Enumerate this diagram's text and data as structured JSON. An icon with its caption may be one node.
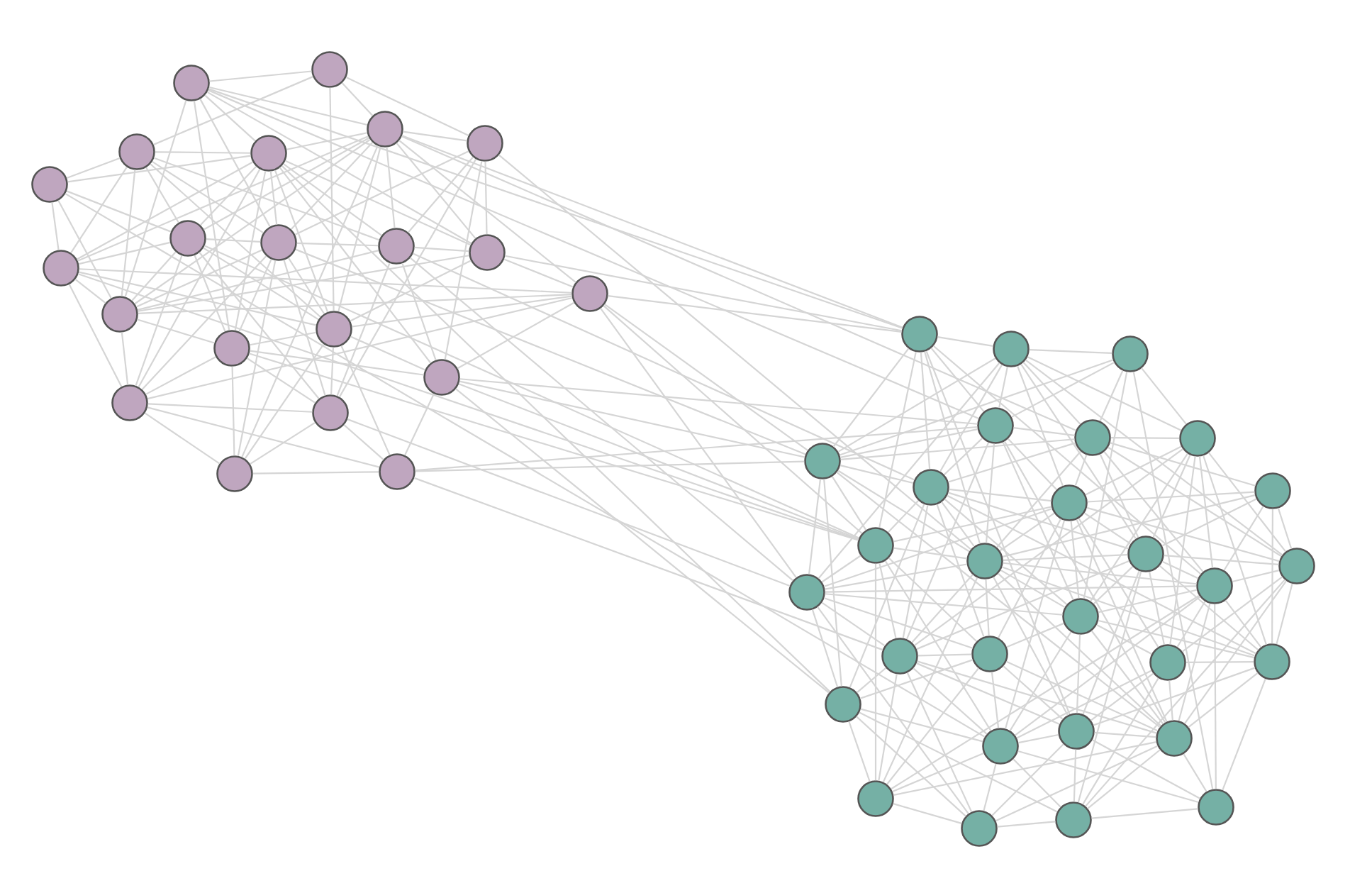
{
  "diagram": {
    "nodes": [
      {
        "text": [],
        "shape": "circle"
      },
      {
        "text": [],
        "shape": "circle"
      },
      {
        "text": [],
        "shape": "circle"
      },
      {
        "text": [],
        "shape": "circle"
      },
      {
        "text": [],
        "shape": "circle"
      },
      {
        "text": [],
        "shape": "circle"
      },
      {
        "text": [],
        "shape": "circle"
      },
      {
        "text": [],
        "shape": "circle"
      },
      {
        "text": [],
        "shape": "circle"
      },
      {
        "text": [],
        "shape": "circle"
      },
      {
        "text": [],
        "shape": "circle"
      },
      {
        "text": [],
        "shape": "circle"
      },
      {
        "text": [],
        "shape": "circle"
      },
      {
        "text": [],
        "shape": "circle"
      },
      {
        "text": [],
        "shape": "circle"
      },
      {
        "text": [],
        "shape": "circle"
      },
      {
        "text": [],
        "shape": "circle"
      },
      {
        "text": [],
        "shape": "circle"
      },
      {
        "text": [],
        "shape": "circle"
      },
      {
        "text": [],
        "shape": "circle"
      },
      {
        "text": [],
        "shape": "circle"
      },
      {
        "text": [],
        "shape": "circle"
      },
      {
        "text": [],
        "shape": "circle"
      },
      {
        "text": [],
        "shape": "circle"
      },
      {
        "text": [],
        "shape": "circle"
      },
      {
        "text": [],
        "shape": "circle"
      },
      {
        "text": [],
        "shape": "circle"
      },
      {
        "text": [],
        "shape": "circle"
      },
      {
        "text": [],
        "shape": "circle"
      },
      {
        "text": [],
        "shape": "circle"
      },
      {
        "text": [],
        "shape": "circle"
      },
      {
        "text": [],
        "shape": "circle"
      },
      {
        "text": [],
        "shape": "circle"
      },
      {
        "text": [],
        "shape": "circle"
      },
      {
        "text": [],
        "shape": "circle"
      },
      {
        "text": [],
        "shape": "circle"
      },
      {
        "text": [],
        "shape": "circle"
      },
      {
        "text": [],
        "shape": "circle"
      },
      {
        "text": [],
        "shape": "circle"
      },
      {
        "text": [],
        "shape": "circle"
      },
      {
        "text": [],
        "shape": "circle"
      },
      {
        "text": [],
        "shape": "circle"
      },
      {
        "text": [],
        "shape": "circle"
      },
      {
        "text": [],
        "shape": "circle"
      },
      {
        "text": [],
        "shape": "circle"
      },
      {
        "text": [],
        "shape": "circle"
      },
      {
        "text": [],
        "shape": "circle"
      },
      {
        "text": [],
        "shape": "circle"
      },
      {
        "text": [],
        "shape": "circle"
      },
      {
        "text": [],
        "shape": "circle"
      }
    ],
    "edges": [
      {
        "from": 0,
        "to": 1,
        "arrow": "none"
      },
      {
        "from": 0,
        "to": 2,
        "arrow": "none"
      },
      {
        "from": 0,
        "to": 5,
        "arrow": "none"
      },
      {
        "from": 0,
        "to": 8,
        "arrow": "none"
      },
      {
        "from": 0,
        "to": 10,
        "arrow": "none"
      },
      {
        "from": 0,
        "to": 13,
        "arrow": "none"
      },
      {
        "from": 0,
        "to": 15,
        "arrow": "none"
      },
      {
        "from": 0,
        "to": 21,
        "arrow": "none"
      },
      {
        "from": 0,
        "to": 24,
        "arrow": "none"
      },
      {
        "from": 1,
        "to": 2,
        "arrow": "none"
      },
      {
        "from": 1,
        "to": 3,
        "arrow": "none"
      },
      {
        "from": 1,
        "to": 4,
        "arrow": "none"
      },
      {
        "from": 1,
        "to": 14,
        "arrow": "none"
      },
      {
        "from": 2,
        "to": 3,
        "arrow": "none"
      },
      {
        "from": 2,
        "to": 5,
        "arrow": "none"
      },
      {
        "from": 2,
        "to": 7,
        "arrow": "none"
      },
      {
        "from": 2,
        "to": 8,
        "arrow": "none"
      },
      {
        "from": 2,
        "to": 9,
        "arrow": "none"
      },
      {
        "from": 2,
        "to": 10,
        "arrow": "none"
      },
      {
        "from": 2,
        "to": 11,
        "arrow": "none"
      },
      {
        "from": 2,
        "to": 12,
        "arrow": "none"
      },
      {
        "from": 2,
        "to": 13,
        "arrow": "none"
      },
      {
        "from": 2,
        "to": 14,
        "arrow": "none"
      },
      {
        "from": 2,
        "to": 19,
        "arrow": "none"
      },
      {
        "from": 2,
        "to": 21,
        "arrow": "none"
      },
      {
        "from": 2,
        "to": 25,
        "arrow": "none"
      },
      {
        "from": 3,
        "to": 8,
        "arrow": "none"
      },
      {
        "from": 3,
        "to": 9,
        "arrow": "none"
      },
      {
        "from": 3,
        "to": 10,
        "arrow": "none"
      },
      {
        "from": 3,
        "to": 16,
        "arrow": "none"
      },
      {
        "from": 3,
        "to": 18,
        "arrow": "none"
      },
      {
        "from": 3,
        "to": 32,
        "arrow": "none"
      },
      {
        "from": 4,
        "to": 5,
        "arrow": "none"
      },
      {
        "from": 4,
        "to": 6,
        "arrow": "none"
      },
      {
        "from": 4,
        "to": 7,
        "arrow": "none"
      },
      {
        "from": 4,
        "to": 8,
        "arrow": "none"
      },
      {
        "from": 4,
        "to": 9,
        "arrow": "none"
      },
      {
        "from": 4,
        "to": 11,
        "arrow": "none"
      },
      {
        "from": 4,
        "to": 13,
        "arrow": "none"
      },
      {
        "from": 4,
        "to": 14,
        "arrow": "none"
      },
      {
        "from": 5,
        "to": 6,
        "arrow": "none"
      },
      {
        "from": 5,
        "to": 7,
        "arrow": "none"
      },
      {
        "from": 5,
        "to": 8,
        "arrow": "none"
      },
      {
        "from": 5,
        "to": 9,
        "arrow": "none"
      },
      {
        "from": 5,
        "to": 10,
        "arrow": "none"
      },
      {
        "from": 5,
        "to": 11,
        "arrow": "none"
      },
      {
        "from": 5,
        "to": 14,
        "arrow": "none"
      },
      {
        "from": 5,
        "to": 15,
        "arrow": "none"
      },
      {
        "from": 5,
        "to": 16,
        "arrow": "none"
      },
      {
        "from": 5,
        "to": 17,
        "arrow": "none"
      },
      {
        "from": 5,
        "to": 42,
        "arrow": "none"
      },
      {
        "from": 6,
        "to": 7,
        "arrow": "none"
      },
      {
        "from": 6,
        "to": 11,
        "arrow": "none"
      },
      {
        "from": 6,
        "to": 13,
        "arrow": "none"
      },
      {
        "from": 6,
        "to": 43,
        "arrow": "none"
      },
      {
        "from": 7,
        "to": 8,
        "arrow": "none"
      },
      {
        "from": 7,
        "to": 11,
        "arrow": "none"
      },
      {
        "from": 7,
        "to": 13,
        "arrow": "none"
      },
      {
        "from": 7,
        "to": 14,
        "arrow": "none"
      },
      {
        "from": 7,
        "to": 15,
        "arrow": "none"
      },
      {
        "from": 7,
        "to": 17,
        "arrow": "none"
      },
      {
        "from": 7,
        "to": 18,
        "arrow": "none"
      },
      {
        "from": 7,
        "to": 31,
        "arrow": "none"
      },
      {
        "from": 8,
        "to": 9,
        "arrow": "none"
      },
      {
        "from": 8,
        "to": 13,
        "arrow": "none"
      },
      {
        "from": 8,
        "to": 14,
        "arrow": "none"
      },
      {
        "from": 8,
        "to": 15,
        "arrow": "none"
      },
      {
        "from": 8,
        "to": 17,
        "arrow": "none"
      },
      {
        "from": 8,
        "to": 18,
        "arrow": "none"
      },
      {
        "from": 8,
        "to": 19,
        "arrow": "none"
      },
      {
        "from": 8,
        "to": 27,
        "arrow": "none"
      },
      {
        "from": 9,
        "to": 10,
        "arrow": "none"
      },
      {
        "from": 9,
        "to": 13,
        "arrow": "none"
      },
      {
        "from": 9,
        "to": 16,
        "arrow": "none"
      },
      {
        "from": 9,
        "to": 18,
        "arrow": "none"
      },
      {
        "from": 9,
        "to": 28,
        "arrow": "none"
      },
      {
        "from": 9,
        "to": 35,
        "arrow": "none"
      },
      {
        "from": 10,
        "to": 12,
        "arrow": "none"
      },
      {
        "from": 10,
        "to": 13,
        "arrow": "none"
      },
      {
        "from": 10,
        "to": 14,
        "arrow": "none"
      },
      {
        "from": 10,
        "to": 21,
        "arrow": "none"
      },
      {
        "from": 11,
        "to": 12,
        "arrow": "none"
      },
      {
        "from": 11,
        "to": 13,
        "arrow": "none"
      },
      {
        "from": 11,
        "to": 14,
        "arrow": "none"
      },
      {
        "from": 11,
        "to": 17,
        "arrow": "none"
      },
      {
        "from": 11,
        "to": 31,
        "arrow": "none"
      },
      {
        "from": 12,
        "to": 13,
        "arrow": "none"
      },
      {
        "from": 12,
        "to": 14,
        "arrow": "none"
      },
      {
        "from": 12,
        "to": 16,
        "arrow": "none"
      },
      {
        "from": 12,
        "to": 17,
        "arrow": "none"
      },
      {
        "from": 12,
        "to": 21,
        "arrow": "none"
      },
      {
        "from": 12,
        "to": 27,
        "arrow": "none"
      },
      {
        "from": 12,
        "to": 31,
        "arrow": "none"
      },
      {
        "from": 12,
        "to": 35,
        "arrow": "none"
      },
      {
        "from": 13,
        "to": 15,
        "arrow": "none"
      },
      {
        "from": 13,
        "to": 17,
        "arrow": "none"
      },
      {
        "from": 14,
        "to": 15,
        "arrow": "none"
      },
      {
        "from": 14,
        "to": 16,
        "arrow": "none"
      },
      {
        "from": 14,
        "to": 18,
        "arrow": "none"
      },
      {
        "from": 14,
        "to": 19,
        "arrow": "none"
      },
      {
        "from": 14,
        "to": 20,
        "arrow": "none"
      },
      {
        "from": 15,
        "to": 16,
        "arrow": "none"
      },
      {
        "from": 15,
        "to": 17,
        "arrow": "none"
      },
      {
        "from": 15,
        "to": 18,
        "arrow": "none"
      },
      {
        "from": 15,
        "to": 19,
        "arrow": "none"
      },
      {
        "from": 15,
        "to": 31,
        "arrow": "none"
      },
      {
        "from": 16,
        "to": 20,
        "arrow": "none"
      },
      {
        "from": 16,
        "to": 24,
        "arrow": "none"
      },
      {
        "from": 16,
        "to": 27,
        "arrow": "none"
      },
      {
        "from": 16,
        "to": 31,
        "arrow": "none"
      },
      {
        "from": 16,
        "to": 42,
        "arrow": "none"
      },
      {
        "from": 17,
        "to": 18,
        "arrow": "none"
      },
      {
        "from": 17,
        "to": 19,
        "arrow": "none"
      },
      {
        "from": 17,
        "to": 20,
        "arrow": "none"
      },
      {
        "from": 18,
        "to": 19,
        "arrow": "none"
      },
      {
        "from": 18,
        "to": 20,
        "arrow": "none"
      },
      {
        "from": 18,
        "to": 35,
        "arrow": "none"
      },
      {
        "from": 19,
        "to": 20,
        "arrow": "none"
      },
      {
        "from": 20,
        "to": 24,
        "arrow": "none"
      },
      {
        "from": 20,
        "to": 27,
        "arrow": "none"
      },
      {
        "from": 20,
        "to": 38,
        "arrow": "none"
      },
      {
        "from": 21,
        "to": 22,
        "arrow": "none"
      },
      {
        "from": 21,
        "to": 24,
        "arrow": "none"
      },
      {
        "from": 21,
        "to": 27,
        "arrow": "none"
      },
      {
        "from": 21,
        "to": 28,
        "arrow": "none"
      },
      {
        "from": 21,
        "to": 31,
        "arrow": "none"
      },
      {
        "from": 21,
        "to": 32,
        "arrow": "none"
      },
      {
        "from": 21,
        "to": 36,
        "arrow": "none"
      },
      {
        "from": 21,
        "to": 44,
        "arrow": "none"
      },
      {
        "from": 22,
        "to": 23,
        "arrow": "none"
      },
      {
        "from": 22,
        "to": 24,
        "arrow": "none"
      },
      {
        "from": 22,
        "to": 25,
        "arrow": "none"
      },
      {
        "from": 22,
        "to": 26,
        "arrow": "none"
      },
      {
        "from": 22,
        "to": 27,
        "arrow": "none"
      },
      {
        "from": 22,
        "to": 28,
        "arrow": "none"
      },
      {
        "from": 22,
        "to": 29,
        "arrow": "none"
      },
      {
        "from": 22,
        "to": 33,
        "arrow": "none"
      },
      {
        "from": 22,
        "to": 34,
        "arrow": "none"
      },
      {
        "from": 22,
        "to": 35,
        "arrow": "none"
      },
      {
        "from": 23,
        "to": 24,
        "arrow": "none"
      },
      {
        "from": 23,
        "to": 25,
        "arrow": "none"
      },
      {
        "from": 23,
        "to": 26,
        "arrow": "none"
      },
      {
        "from": 23,
        "to": 27,
        "arrow": "none"
      },
      {
        "from": 23,
        "to": 37,
        "arrow": "none"
      },
      {
        "from": 23,
        "to": 49,
        "arrow": "none"
      },
      {
        "from": 24,
        "to": 25,
        "arrow": "none"
      },
      {
        "from": 24,
        "to": 27,
        "arrow": "none"
      },
      {
        "from": 24,
        "to": 28,
        "arrow": "none"
      },
      {
        "from": 24,
        "to": 29,
        "arrow": "none"
      },
      {
        "from": 24,
        "to": 32,
        "arrow": "none"
      },
      {
        "from": 24,
        "to": 37,
        "arrow": "none"
      },
      {
        "from": 24,
        "to": 38,
        "arrow": "none"
      },
      {
        "from": 24,
        "to": 45,
        "arrow": "none"
      },
      {
        "from": 25,
        "to": 26,
        "arrow": "none"
      },
      {
        "from": 25,
        "to": 27,
        "arrow": "none"
      },
      {
        "from": 25,
        "to": 28,
        "arrow": "none"
      },
      {
        "from": 25,
        "to": 29,
        "arrow": "none"
      },
      {
        "from": 25,
        "to": 30,
        "arrow": "none"
      },
      {
        "from": 25,
        "to": 32,
        "arrow": "none"
      },
      {
        "from": 25,
        "to": 33,
        "arrow": "none"
      },
      {
        "from": 25,
        "to": 34,
        "arrow": "none"
      },
      {
        "from": 25,
        "to": 36,
        "arrow": "none"
      },
      {
        "from": 26,
        "to": 29,
        "arrow": "none"
      },
      {
        "from": 26,
        "to": 33,
        "arrow": "none"
      },
      {
        "from": 26,
        "to": 34,
        "arrow": "none"
      },
      {
        "from": 26,
        "to": 36,
        "arrow": "none"
      },
      {
        "from": 26,
        "to": 37,
        "arrow": "none"
      },
      {
        "from": 26,
        "to": 38,
        "arrow": "none"
      },
      {
        "from": 26,
        "to": 40,
        "arrow": "none"
      },
      {
        "from": 26,
        "to": 41,
        "arrow": "none"
      },
      {
        "from": 27,
        "to": 28,
        "arrow": "none"
      },
      {
        "from": 27,
        "to": 31,
        "arrow": "none"
      },
      {
        "from": 27,
        "to": 32,
        "arrow": "none"
      },
      {
        "from": 27,
        "to": 35,
        "arrow": "none"
      },
      {
        "from": 27,
        "to": 42,
        "arrow": "none"
      },
      {
        "from": 27,
        "to": 45,
        "arrow": "none"
      },
      {
        "from": 28,
        "to": 29,
        "arrow": "none"
      },
      {
        "from": 28,
        "to": 31,
        "arrow": "none"
      },
      {
        "from": 28,
        "to": 32,
        "arrow": "none"
      },
      {
        "from": 28,
        "to": 33,
        "arrow": "none"
      },
      {
        "from": 28,
        "to": 37,
        "arrow": "none"
      },
      {
        "from": 28,
        "to": 38,
        "arrow": "none"
      },
      {
        "from": 28,
        "to": 39,
        "arrow": "none"
      },
      {
        "from": 28,
        "to": 41,
        "arrow": "none"
      },
      {
        "from": 28,
        "to": 42,
        "arrow": "none"
      },
      {
        "from": 29,
        "to": 30,
        "arrow": "none"
      },
      {
        "from": 29,
        "to": 31,
        "arrow": "none"
      },
      {
        "from": 29,
        "to": 32,
        "arrow": "none"
      },
      {
        "from": 29,
        "to": 33,
        "arrow": "none"
      },
      {
        "from": 29,
        "to": 34,
        "arrow": "none"
      },
      {
        "from": 29,
        "to": 35,
        "arrow": "none"
      },
      {
        "from": 29,
        "to": 37,
        "arrow": "none"
      },
      {
        "from": 29,
        "to": 39,
        "arrow": "none"
      },
      {
        "from": 29,
        "to": 40,
        "arrow": "none"
      },
      {
        "from": 29,
        "to": 43,
        "arrow": "none"
      },
      {
        "from": 29,
        "to": 45,
        "arrow": "none"
      },
      {
        "from": 30,
        "to": 32,
        "arrow": "none"
      },
      {
        "from": 30,
        "to": 33,
        "arrow": "none"
      },
      {
        "from": 30,
        "to": 34,
        "arrow": "none"
      },
      {
        "from": 30,
        "to": 36,
        "arrow": "none"
      },
      {
        "from": 30,
        "to": 41,
        "arrow": "none"
      },
      {
        "from": 31,
        "to": 32,
        "arrow": "none"
      },
      {
        "from": 31,
        "to": 35,
        "arrow": "none"
      },
      {
        "from": 31,
        "to": 38,
        "arrow": "none"
      },
      {
        "from": 31,
        "to": 39,
        "arrow": "none"
      },
      {
        "from": 31,
        "to": 43,
        "arrow": "none"
      },
      {
        "from": 31,
        "to": 46,
        "arrow": "none"
      },
      {
        "from": 32,
        "to": 33,
        "arrow": "none"
      },
      {
        "from": 32,
        "to": 35,
        "arrow": "none"
      },
      {
        "from": 32,
        "to": 36,
        "arrow": "none"
      },
      {
        "from": 32,
        "to": 37,
        "arrow": "none"
      },
      {
        "from": 32,
        "to": 38,
        "arrow": "none"
      },
      {
        "from": 32,
        "to": 39,
        "arrow": "none"
      },
      {
        "from": 32,
        "to": 41,
        "arrow": "none"
      },
      {
        "from": 32,
        "to": 44,
        "arrow": "none"
      },
      {
        "from": 32,
        "to": 45,
        "arrow": "none"
      },
      {
        "from": 32,
        "to": 46,
        "arrow": "none"
      },
      {
        "from": 33,
        "to": 34,
        "arrow": "none"
      },
      {
        "from": 33,
        "to": 36,
        "arrow": "none"
      },
      {
        "from": 33,
        "to": 37,
        "arrow": "none"
      },
      {
        "from": 33,
        "to": 38,
        "arrow": "none"
      },
      {
        "from": 33,
        "to": 40,
        "arrow": "none"
      },
      {
        "from": 33,
        "to": 41,
        "arrow": "none"
      },
      {
        "from": 33,
        "to": 44,
        "arrow": "none"
      },
      {
        "from": 33,
        "to": 48,
        "arrow": "none"
      },
      {
        "from": 34,
        "to": 36,
        "arrow": "none"
      },
      {
        "from": 34,
        "to": 40,
        "arrow": "none"
      },
      {
        "from": 34,
        "to": 41,
        "arrow": "none"
      },
      {
        "from": 34,
        "to": 45,
        "arrow": "none"
      },
      {
        "from": 34,
        "to": 48,
        "arrow": "none"
      },
      {
        "from": 35,
        "to": 36,
        "arrow": "none"
      },
      {
        "from": 35,
        "to": 37,
        "arrow": "none"
      },
      {
        "from": 35,
        "to": 38,
        "arrow": "none"
      },
      {
        "from": 35,
        "to": 39,
        "arrow": "none"
      },
      {
        "from": 35,
        "to": 42,
        "arrow": "none"
      },
      {
        "from": 35,
        "to": 47,
        "arrow": "none"
      },
      {
        "from": 36,
        "to": 37,
        "arrow": "none"
      },
      {
        "from": 36,
        "to": 40,
        "arrow": "none"
      },
      {
        "from": 36,
        "to": 41,
        "arrow": "none"
      },
      {
        "from": 36,
        "to": 43,
        "arrow": "none"
      },
      {
        "from": 36,
        "to": 45,
        "arrow": "none"
      },
      {
        "from": 36,
        "to": 46,
        "arrow": "none"
      },
      {
        "from": 36,
        "to": 49,
        "arrow": "none"
      },
      {
        "from": 37,
        "to": 39,
        "arrow": "none"
      },
      {
        "from": 37,
        "to": 40,
        "arrow": "none"
      },
      {
        "from": 37,
        "to": 41,
        "arrow": "none"
      },
      {
        "from": 37,
        "to": 43,
        "arrow": "none"
      },
      {
        "from": 37,
        "to": 44,
        "arrow": "none"
      },
      {
        "from": 37,
        "to": 45,
        "arrow": "none"
      },
      {
        "from": 38,
        "to": 39,
        "arrow": "none"
      },
      {
        "from": 38,
        "to": 42,
        "arrow": "none"
      },
      {
        "from": 38,
        "to": 43,
        "arrow": "none"
      },
      {
        "from": 38,
        "to": 44,
        "arrow": "none"
      },
      {
        "from": 38,
        "to": 45,
        "arrow": "none"
      },
      {
        "from": 38,
        "to": 46,
        "arrow": "none"
      },
      {
        "from": 38,
        "to": 47,
        "arrow": "none"
      },
      {
        "from": 39,
        "to": 42,
        "arrow": "none"
      },
      {
        "from": 39,
        "to": 43,
        "arrow": "none"
      },
      {
        "from": 39,
        "to": 44,
        "arrow": "none"
      },
      {
        "from": 39,
        "to": 45,
        "arrow": "none"
      },
      {
        "from": 39,
        "to": 46,
        "arrow": "none"
      },
      {
        "from": 40,
        "to": 41,
        "arrow": "none"
      },
      {
        "from": 40,
        "to": 43,
        "arrow": "none"
      },
      {
        "from": 40,
        "to": 44,
        "arrow": "none"
      },
      {
        "from": 40,
        "to": 45,
        "arrow": "none"
      },
      {
        "from": 40,
        "to": 48,
        "arrow": "none"
      },
      {
        "from": 41,
        "to": 44,
        "arrow": "none"
      },
      {
        "from": 41,
        "to": 45,
        "arrow": "none"
      },
      {
        "from": 41,
        "to": 49,
        "arrow": "none"
      },
      {
        "from": 42,
        "to": 43,
        "arrow": "none"
      },
      {
        "from": 42,
        "to": 46,
        "arrow": "none"
      },
      {
        "from": 42,
        "to": 47,
        "arrow": "none"
      },
      {
        "from": 42,
        "to": 48,
        "arrow": "none"
      },
      {
        "from": 43,
        "to": 44,
        "arrow": "none"
      },
      {
        "from": 43,
        "to": 46,
        "arrow": "none"
      },
      {
        "from": 43,
        "to": 47,
        "arrow": "none"
      },
      {
        "from": 43,
        "to": 48,
        "arrow": "none"
      },
      {
        "from": 43,
        "to": 49,
        "arrow": "none"
      },
      {
        "from": 44,
        "to": 45,
        "arrow": "none"
      },
      {
        "from": 44,
        "to": 47,
        "arrow": "none"
      },
      {
        "from": 44,
        "to": 48,
        "arrow": "none"
      },
      {
        "from": 44,
        "to": 49,
        "arrow": "none"
      },
      {
        "from": 45,
        "to": 46,
        "arrow": "none"
      },
      {
        "from": 45,
        "to": 47,
        "arrow": "none"
      },
      {
        "from": 45,
        "to": 48,
        "arrow": "none"
      },
      {
        "from": 45,
        "to": 49,
        "arrow": "none"
      },
      {
        "from": 46,
        "to": 47,
        "arrow": "none"
      },
      {
        "from": 47,
        "to": 48,
        "arrow": "none"
      },
      {
        "from": 48,
        "to": 49,
        "arrow": "none"
      }
    ]
  }
}
